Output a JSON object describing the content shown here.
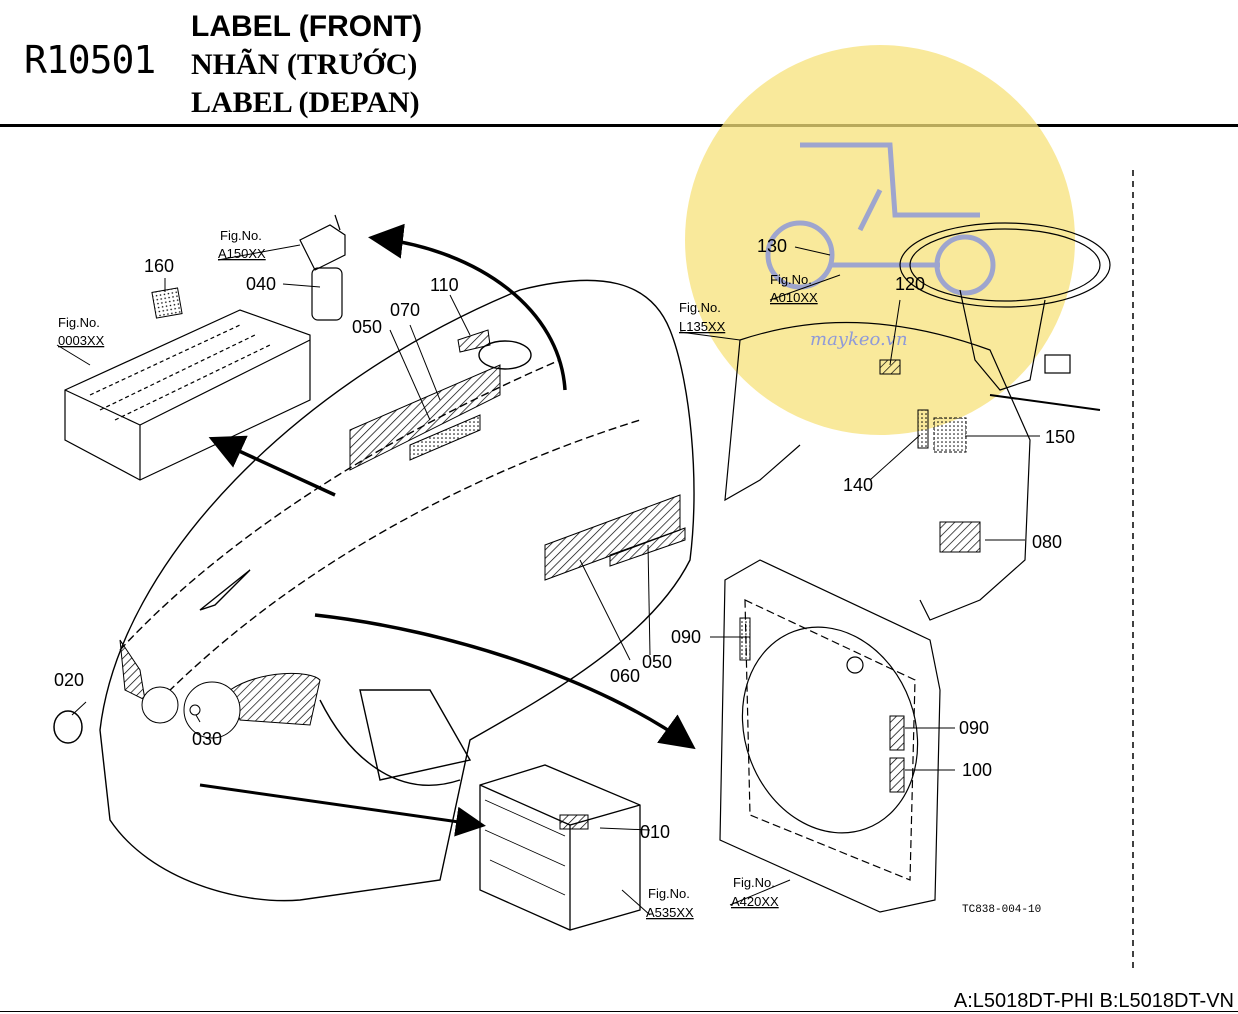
{
  "header": {
    "code": "R10501",
    "title_en": "LABEL (FRONT)",
    "title_vi": "NHÃN (TRƯỚC)",
    "title_fr": "LABEL (DEPAN)"
  },
  "callouts": [
    "010",
    "020",
    "030",
    "040",
    "050",
    "050",
    "060",
    "070",
    "080",
    "090",
    "090",
    "100",
    "110",
    "120",
    "130",
    "140",
    "150",
    "160"
  ],
  "figure_refs": [
    {
      "label": "Fig.No.",
      "code": "A150XX"
    },
    {
      "label": "Fig.No.",
      "code": "0003XX"
    },
    {
      "label": "Fig.No.",
      "code": "A010XX"
    },
    {
      "label": "Fig.No.",
      "code": "L135XX"
    },
    {
      "label": "Fig.No.",
      "code": "A535XX"
    },
    {
      "label": "Fig.No.",
      "code": "A420XX"
    }
  ],
  "drawing_id": "TC838-004-10",
  "watermark": {
    "text": "maykeo.vn",
    "color": "#f7e17a"
  },
  "footer": "A:L5018DT-PHI B:L5018DT-VN"
}
